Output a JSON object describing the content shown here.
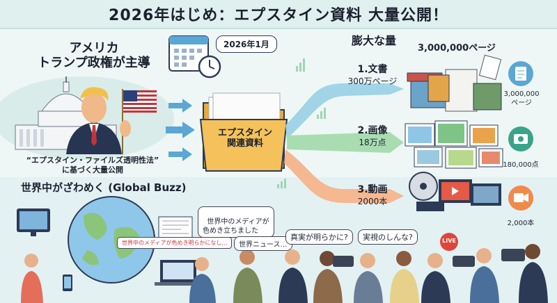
{
  "title": "2026年はじめ：エプスタイン資料 大量公開！",
  "date_label": "2026年1月",
  "left": {
    "heading_line1": "アメリカ",
    "heading_line2": "トランプ政権が主導",
    "caption_line1": "“エプスタイン・ファイルズ透明性法”",
    "caption_line2": "に基づく大量公開"
  },
  "folder_label_line1": "エプスタイン",
  "folder_label_line2": "関連資料",
  "volume_heading": "膨大な量",
  "categories": [
    {
      "title": "1.文書",
      "sub": "300万ページ",
      "color": "#9cd3e6",
      "count": "3,000,000ページ",
      "icon_label_line1": "3,000,000",
      "icon_label_line2": "ページ",
      "icon": "document-icon"
    },
    {
      "title": "2.画像",
      "sub": "18万点",
      "color": "#a6dcae",
      "count": "",
      "icon_label_line1": "180,000点",
      "icon_label_line2": "",
      "icon": "camera-icon"
    },
    {
      "title": "3.動画",
      "sub": "2000本",
      "color": "#f5b48a",
      "count": "",
      "icon_label_line1": "2,000本",
      "icon_label_line2": "",
      "icon": "video-camera-icon"
    }
  ],
  "buzz": {
    "heading": "世界中がざわめく (Global Buzz)",
    "bubble_media": "世界中のメディアが\n色めき立ちました",
    "ticker": "世界中のメディアが色めき明らかになし…",
    "bubble_news": "世界ニュース…",
    "bubble_truth": "真実が明らかに?",
    "bubble_real": "実視のしんな?",
    "live_badge": "LIVE"
  },
  "colors": {
    "accent_blue": "#5aa7d6",
    "accent_green": "#7cc58a",
    "accent_orange": "#f08a4b",
    "navy": "#2d3a55"
  }
}
